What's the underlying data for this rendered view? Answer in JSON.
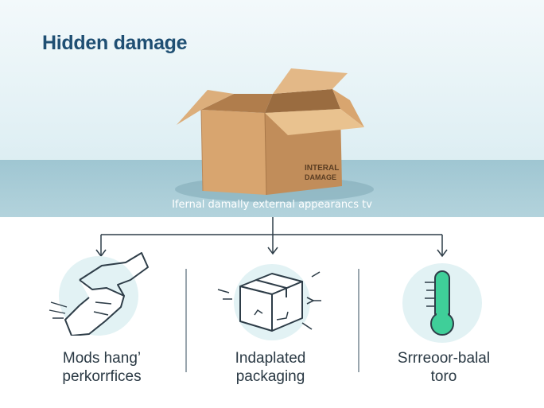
{
  "header": {
    "title": "Hidden damage"
  },
  "hero": {
    "box_stamp_line1": "INTERAL",
    "box_stamp_line2": "DAMAGE",
    "caption": "Ifernal damally external appearancs tv"
  },
  "items": [
    {
      "label_line1": "Mods hang’",
      "label_line2": "perkorrfices",
      "icon": "hand-handling-icon"
    },
    {
      "label_line1": "Indaplated",
      "label_line2": "packaging",
      "icon": "package-pressure-icon"
    },
    {
      "label_line1": "Srrreoor-balal",
      "label_line2": "toro",
      "icon": "thermometer-icon"
    }
  ],
  "colors": {
    "title": "#1f4f73",
    "floor": "#9fc6d2",
    "icon_circle": "#e2f2f4",
    "line": "#2e3d48",
    "thermo": "#3fcf99"
  }
}
